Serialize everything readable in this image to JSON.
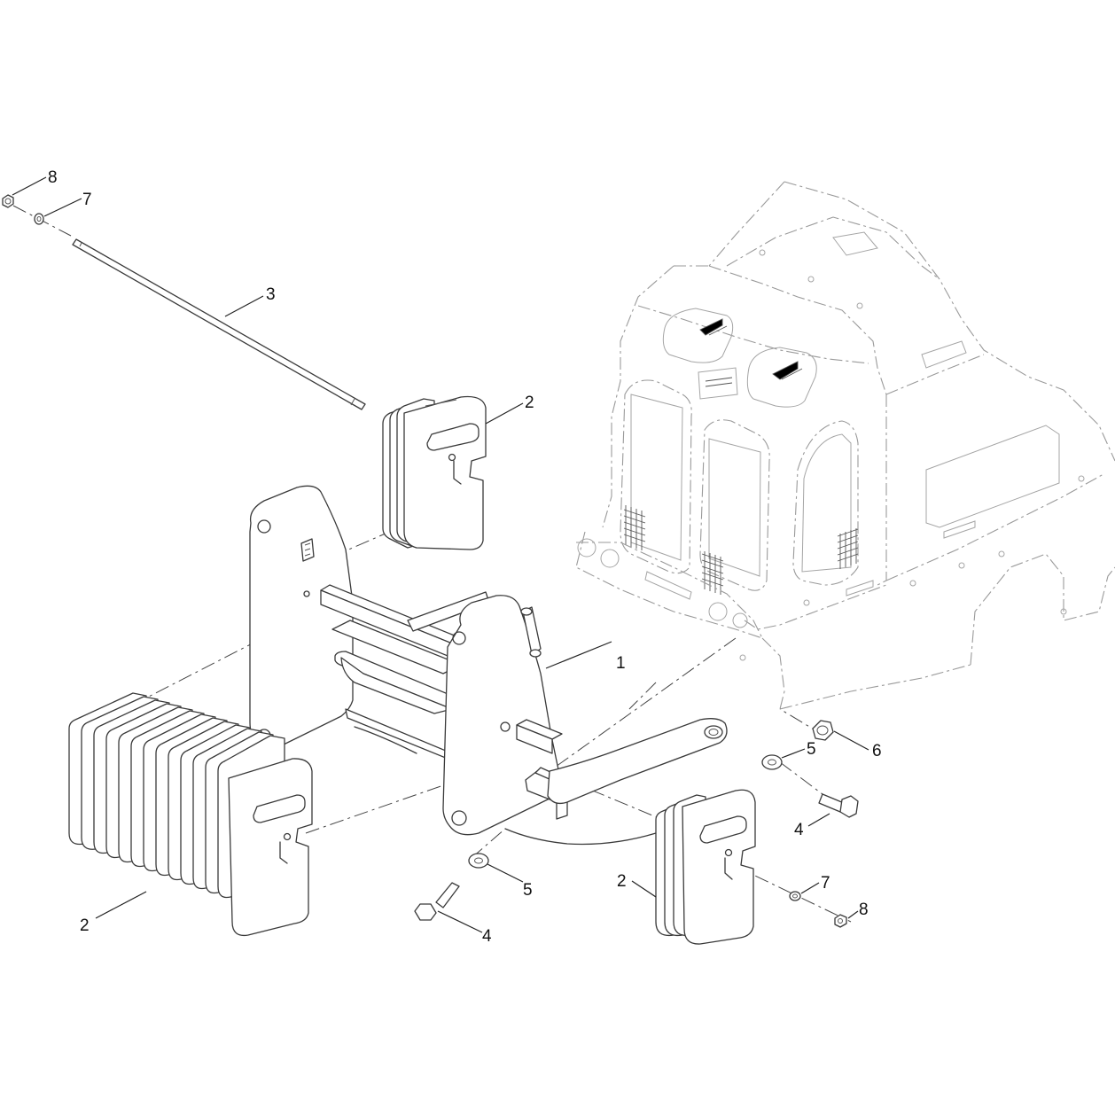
{
  "callouts": [
    {
      "id": "c-8-top",
      "label": "8"
    },
    {
      "id": "c-7-top",
      "label": "7"
    },
    {
      "id": "c-3",
      "label": "3"
    },
    {
      "id": "c-2-upper",
      "label": "2"
    },
    {
      "id": "c-1",
      "label": "1"
    },
    {
      "id": "c-5-right",
      "label": "5"
    },
    {
      "id": "c-6",
      "label": "6"
    },
    {
      "id": "c-4-right",
      "label": "4"
    },
    {
      "id": "c-7-bottom",
      "label": "7"
    },
    {
      "id": "c-8-bottom",
      "label": "8"
    },
    {
      "id": "c-2-right",
      "label": "2"
    },
    {
      "id": "c-5-bottom",
      "label": "5"
    },
    {
      "id": "c-4-bottom",
      "label": "4"
    },
    {
      "id": "c-2-left",
      "label": "2"
    }
  ]
}
